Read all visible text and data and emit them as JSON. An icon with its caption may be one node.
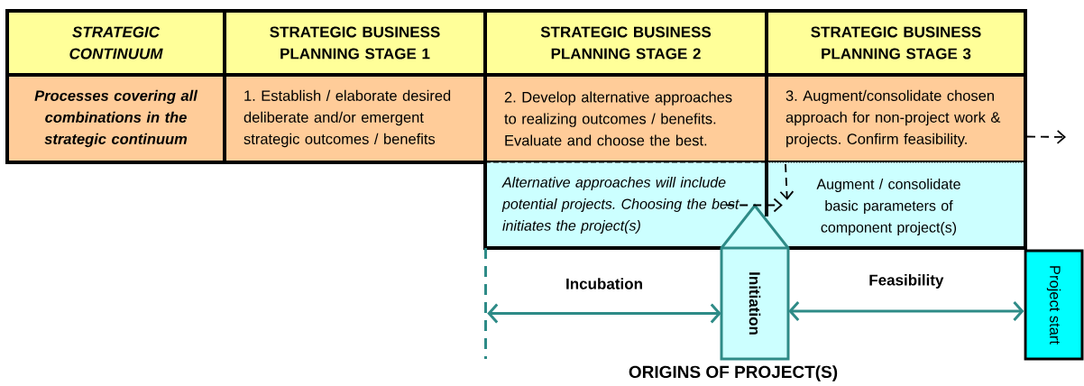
{
  "diagram": {
    "nodes": [
      {
        "text": [
          "STRATEGIC CONTINUUM"
        ]
      },
      {
        "text": [
          "STRATEGIC BUSINESS PLANNING STAGE 1"
        ]
      },
      {
        "text": [
          "STRATEGIC BUSINESS PLANNING STAGE 2"
        ]
      },
      {
        "text": [
          "STRATEGIC BUSINESS PLANNING STAGE 3"
        ]
      },
      {
        "text": [
          "Processes covering all combinations in the strategic continuum"
        ]
      },
      {
        "text": [
          "1. Establish / elaborate desired deliberate and/or emergent strategic outcomes / benefits"
        ]
      },
      {
        "text": [
          "2. Develop alternative approaches to realizing outcomes / benefits. Evaluate and choose the best."
        ]
      },
      {
        "text": [
          "3. Augment/consolidate chosen approach for non-project work & projects. Confirm feasibility."
        ]
      },
      {
        "text": [
          "Alternative approaches will include potential projects. Choosing the best initiates the project(s)"
        ]
      },
      {
        "text": [
          "Augment / consolidate basic parameters of component project(s)"
        ]
      },
      {
        "text": [
          "Initiation"
        ]
      },
      {
        "text": [
          "Project start"
        ]
      },
      {
        "text": [],
        "shape": "line"
      }
    ],
    "edges": [
      {
        "from": 8,
        "to": 9,
        "arrow": "to",
        "style": "dashed"
      },
      {
        "from": 7,
        "to": 9,
        "arrow": "to",
        "style": "dashed"
      },
      {
        "from": 7,
        "to": null,
        "arrow": "to",
        "style": "dashed"
      },
      {
        "from": 12,
        "to": 10,
        "arrow": "both",
        "label": "Incubation",
        "color": "#2e8b87"
      },
      {
        "from": 10,
        "to": 11,
        "arrow": "both",
        "label": "Feasibility",
        "color": "#2e8b87"
      }
    ],
    "caption": "ORIGINS OF PROJECT(S)"
  }
}
